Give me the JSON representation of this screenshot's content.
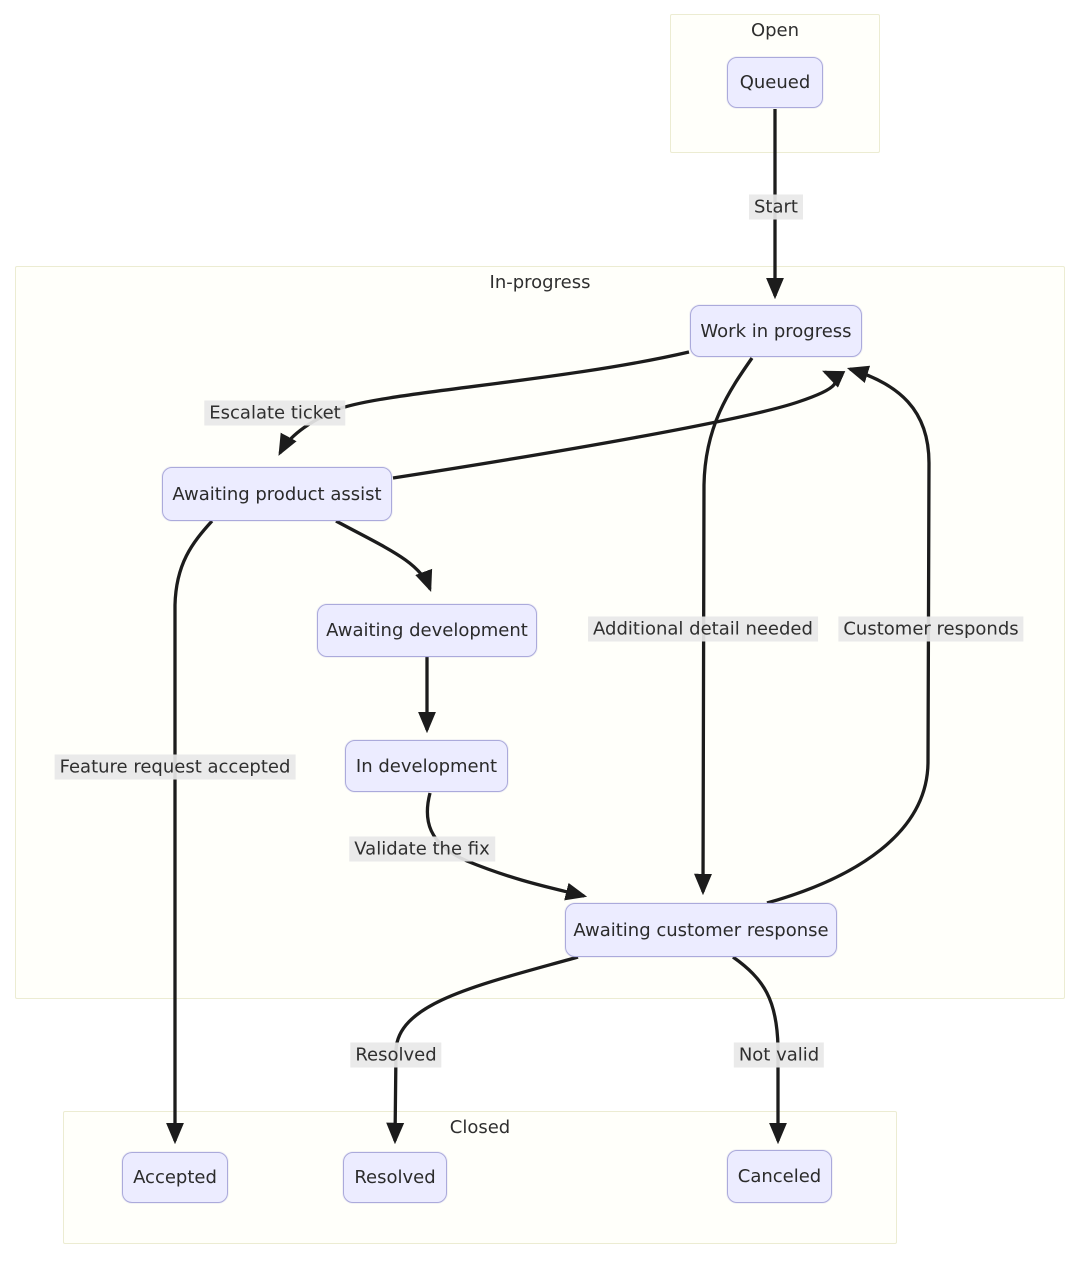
{
  "diagram": {
    "type": "state-flowchart",
    "clusters": [
      {
        "id": "open",
        "label": "Open"
      },
      {
        "id": "in_progress",
        "label": "In-progress"
      },
      {
        "id": "closed",
        "label": "Closed"
      }
    ],
    "nodes": [
      {
        "id": "queued",
        "label": "Queued",
        "cluster": "open"
      },
      {
        "id": "work_in_progress",
        "label": "Work in progress",
        "cluster": "in_progress"
      },
      {
        "id": "awaiting_product_assist",
        "label": "Awaiting product assist",
        "cluster": "in_progress"
      },
      {
        "id": "awaiting_development",
        "label": "Awaiting development",
        "cluster": "in_progress"
      },
      {
        "id": "in_development",
        "label": "In development",
        "cluster": "in_progress"
      },
      {
        "id": "awaiting_customer_response",
        "label": "Awaiting customer response",
        "cluster": "in_progress"
      },
      {
        "id": "accepted",
        "label": "Accepted",
        "cluster": "closed"
      },
      {
        "id": "resolved",
        "label": "Resolved",
        "cluster": "closed"
      },
      {
        "id": "canceled",
        "label": "Canceled",
        "cluster": "closed"
      }
    ],
    "edges": [
      {
        "from": "Queued",
        "to": "Work in progress",
        "label": "Start"
      },
      {
        "from": "Work in progress",
        "to": "Awaiting product assist",
        "label": "Escalate ticket"
      },
      {
        "from": "Awaiting product assist",
        "to": "Work in progress",
        "label": ""
      },
      {
        "from": "Awaiting product assist",
        "to": "Awaiting development",
        "label": ""
      },
      {
        "from": "Awaiting product assist",
        "to": "Accepted",
        "label": "Feature request accepted"
      },
      {
        "from": "Awaiting development",
        "to": "In development",
        "label": ""
      },
      {
        "from": "In development",
        "to": "Awaiting customer response",
        "label": "Validate the fix"
      },
      {
        "from": "Work in progress",
        "to": "Awaiting customer response",
        "label": "Additional detail needed"
      },
      {
        "from": "Awaiting customer response",
        "to": "Work in progress",
        "label": "Customer responds"
      },
      {
        "from": "Awaiting customer response",
        "to": "Resolved",
        "label": "Resolved"
      },
      {
        "from": "Awaiting customer response",
        "to": "Canceled",
        "label": "Not valid"
      }
    ],
    "colors": {
      "node_fill": "#ECECFF",
      "node_border": "#ABAADB",
      "edge_stroke": "#1C1C1C",
      "edge_label_bg": "#E8E8E8",
      "cluster_border": "#ECECD2",
      "text": "#2F2F2F",
      "background": "#FFFFFF"
    }
  }
}
